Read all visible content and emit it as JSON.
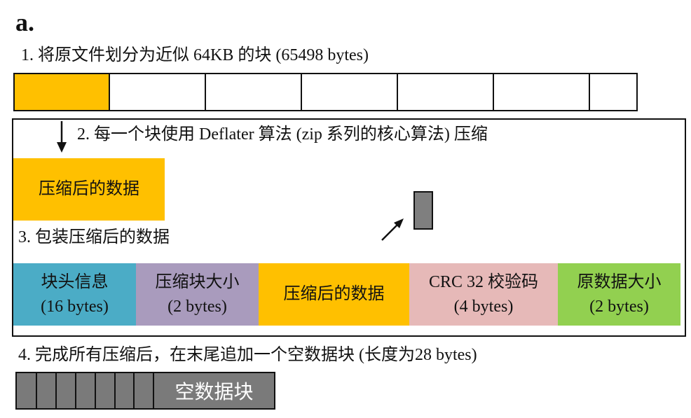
{
  "panel_label": "a.",
  "steps": {
    "step1": "1. 将原文件划分为近似 64KB 的块 (65498 bytes)",
    "step2": "2. 每一个块使用 Deflater 算法 (zip 系列的核心算法) 压缩",
    "step3": "3. 包装压缩后的数据",
    "step4": "4. 完成所有压缩后，在末尾追加一个空数据块 (长度为28 bytes)"
  },
  "compressed_block": {
    "label": "压缩后的数据",
    "color": "#ffc000"
  },
  "file_blocks": {
    "highlight_color": "#ffc000",
    "plain_color": "#ffffff"
  },
  "small_block_color": "#7f7f7f",
  "wrapped_block": {
    "fields": [
      {
        "name": "块头信息",
        "size": "(16 bytes)",
        "color": "#4bacc6"
      },
      {
        "name": "压缩块大小",
        "size": "(2 bytes)",
        "color": "#a99bbd"
      },
      {
        "name": "压缩后的数据",
        "size": "",
        "color": "#ffc000"
      },
      {
        "name": "CRC 32 校验码",
        "size": "(4 bytes)",
        "color": "#e6b9b8"
      },
      {
        "name": "原数据大小",
        "size": "(2 bytes)",
        "color": "#92d050"
      }
    ]
  },
  "empty_block": {
    "label": "空数据块",
    "color": "#7a7a7a"
  }
}
